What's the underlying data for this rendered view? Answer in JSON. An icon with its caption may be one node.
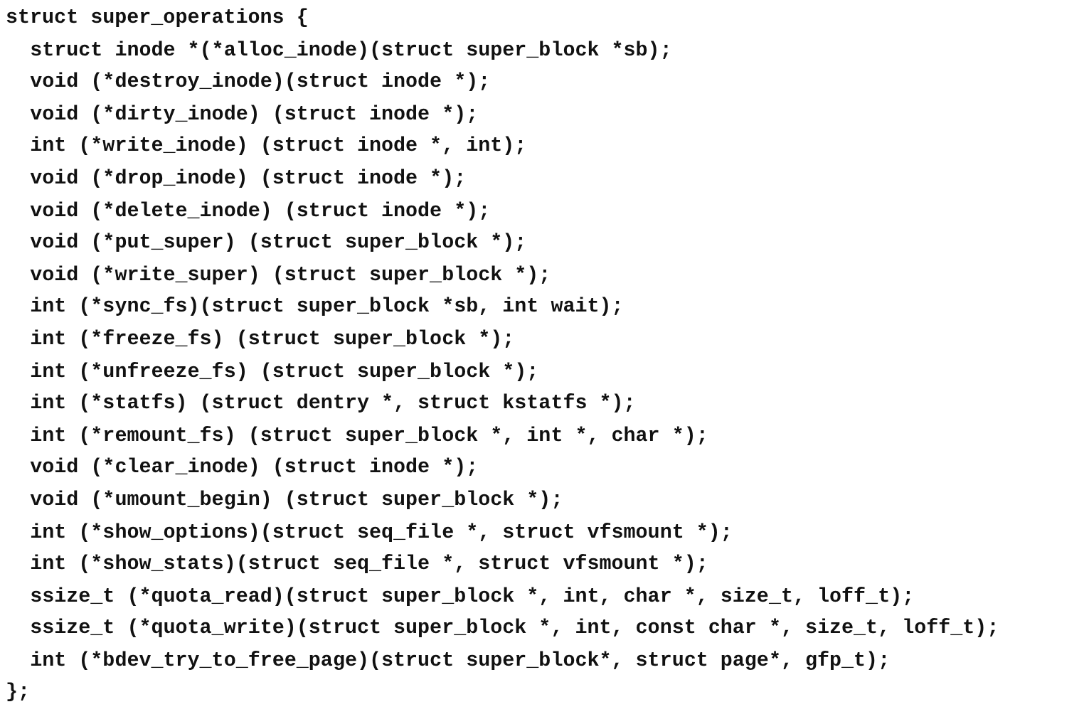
{
  "diagram": {
    "labels": [
      "struct super_operations {",
      "struct inode *(*alloc_inode)(struct super_block *sb);",
      "void (*destroy_inode)(struct inode *);",
      "void (*dirty_inode) (struct inode *);",
      "int (*write_inode) (struct inode *, int);",
      "void (*drop_inode) (struct inode *);",
      "void (*delete_inode) (struct inode *);",
      "void (*put_super) (struct super_block *);",
      "void (*write_super) (struct super_block *);",
      "int (*sync_fs)(struct super_block *sb, int wait);",
      "int (*freeze_fs) (struct super_block *);",
      "int (*unfreeze_fs) (struct super_block *);",
      "int (*statfs) (struct dentry *, struct kstatfs *);",
      "int (*remount_fs) (struct super_block *, int *, char *);",
      "void (*clear_inode) (struct inode *);",
      "void (*umount_begin) (struct super_block *);",
      "int (*show_options)(struct seq_file *, struct vfsmount *);",
      "int (*show_stats)(struct seq_file *, struct vfsmount *);",
      "ssize_t (*quota_read)(struct super_block *, int, char *, size_t, loff_t);",
      "ssize_t (*quota_write)(struct super_block *, int, const char *, size_t, loff_t);",
      "int (*bdev_try_to_free_page)(struct super_block*, struct page*, gfp_t);",
      "};"
    ]
  }
}
